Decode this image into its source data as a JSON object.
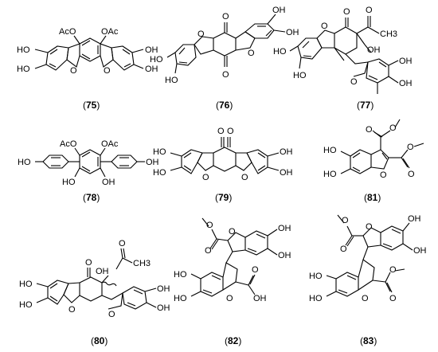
{
  "figure": {
    "compounds": [
      {
        "id": "75",
        "groups": {
          "acetoxy_1": "AcO",
          "acetoxy_2": "OAc",
          "oh_1": "HO",
          "oh_2": "HO",
          "oh_3": "OH",
          "oh_4": "OH",
          "o_ring_1": "O",
          "o_ring_2": "O"
        }
      },
      {
        "id": "76",
        "groups": {
          "oh_1": "OH",
          "oh_2": "OH",
          "oh_3": "HO",
          "oh_4": "HO",
          "carbonyl_1": "O",
          "carbonyl_2": "O",
          "o_ring_1": "O",
          "o_ring_2": "O"
        }
      },
      {
        "id": "77",
        "groups": {
          "ketone_1": "O",
          "ketone_2": "O",
          "methyl": "CH3",
          "oh_1": "OH",
          "oh_2": "HO",
          "oh_3": "HO",
          "oh_4": "OH",
          "oh_5": "OH",
          "o_ring_1": "O",
          "o_ring_2": "O"
        }
      },
      {
        "id": "78",
        "groups": {
          "acetoxy_1": "AcO",
          "acetoxy_2": "OAc",
          "oh_1": "HO",
          "oh_2": "OH",
          "oh_3": "HO",
          "oh_4": "OH"
        }
      },
      {
        "id": "79",
        "groups": {
          "carbonyl_1": "O",
          "carbonyl_2": "O",
          "oh_1": "HO",
          "oh_2": "HO",
          "oh_3": "OH",
          "oh_4": "OH",
          "o_ring_1": "O",
          "o_ring_2": "O"
        }
      },
      {
        "id": "81",
        "groups": {
          "carbonyl_1": "O",
          "carbonyl_2": "O",
          "ester_o_1": "O",
          "ester_o_2": "O",
          "oh_1": "HO",
          "oh_2": "HO",
          "o_ring": "O"
        }
      },
      {
        "id": "80",
        "groups": {
          "ketone_1": "O",
          "ketone_2": "O",
          "oh_side": "OH",
          "methyl": "CH3",
          "oh_1": "HO",
          "oh_2": "HO",
          "oh_3": "OH",
          "oh_4": "OH",
          "o_ring_1": "O",
          "o_ring_2": "O"
        }
      },
      {
        "id": "82",
        "groups": {
          "carbonyl_1": "O",
          "carbonyl_2": "O",
          "ester_o": "O",
          "oh_1": "OH",
          "oh_2": "OH",
          "oh_3": "HO",
          "oh_4": "HO",
          "acid_oh": "OH",
          "o_ring_1": "O",
          "o_ring_2": "O"
        }
      },
      {
        "id": "83",
        "groups": {
          "carbonyl_1": "O",
          "carbonyl_2": "O",
          "ester_o_1": "O",
          "ester_o_2": "O",
          "oh_1": "OH",
          "oh_2": "OH",
          "oh_3": "HO",
          "oh_4": "HO",
          "o_ring_1": "O",
          "o_ring_2": "O"
        }
      }
    ]
  }
}
